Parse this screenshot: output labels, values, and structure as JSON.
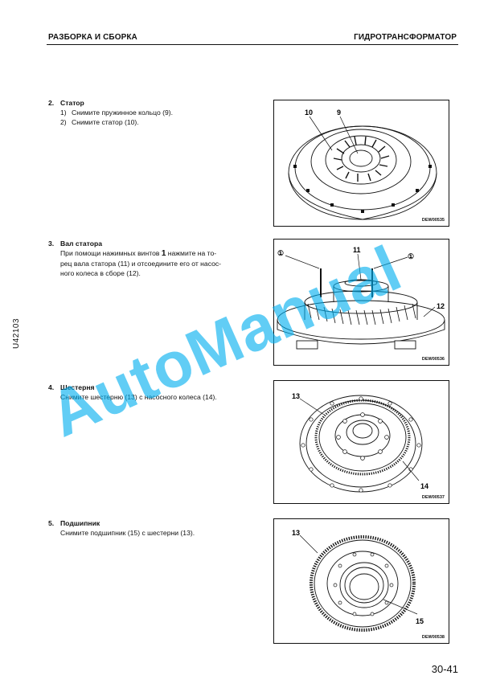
{
  "header": {
    "left": "РАЗБОРКА И СБОРКА",
    "right": "ГИДРОТРАНСФОРМАТОР"
  },
  "side_code": "U42103",
  "sections": [
    {
      "number": "2.",
      "title": "Статор",
      "items": [
        {
          "n": "1)",
          "text": "Снимите пружинное кольцо (9)."
        },
        {
          "n": "2)",
          "text": "Снимите статор (10)."
        }
      ]
    },
    {
      "number": "3.",
      "title": "Вал статора",
      "lines": [
        "При помощи нажимных винтов",
        "нажмите на то-",
        "рец вала статора (11) и отсоедините его от насос-",
        "ного колеса в сборе (12)."
      ],
      "screw_ref": "1"
    },
    {
      "number": "4.",
      "title": "Шестерня",
      "lines": [
        "Снимите шестерню (13) с насосного колеса (14)."
      ]
    },
    {
      "number": "5.",
      "title": "Подшипник",
      "lines": [
        "Снимите подшипник (15) с шестерни (13)."
      ]
    }
  ],
  "figures": [
    {
      "code": "DEW00535",
      "callouts": [
        "10",
        "9"
      ]
    },
    {
      "code": "DEW00536",
      "callouts": [
        "①",
        "11",
        "①",
        "12"
      ]
    },
    {
      "code": "DEW00537",
      "callouts": [
        "13",
        "14"
      ]
    },
    {
      "code": "DEW00538",
      "callouts": [
        "13",
        "15"
      ]
    }
  ],
  "watermark": "AutoManual",
  "page_number": "30-41"
}
